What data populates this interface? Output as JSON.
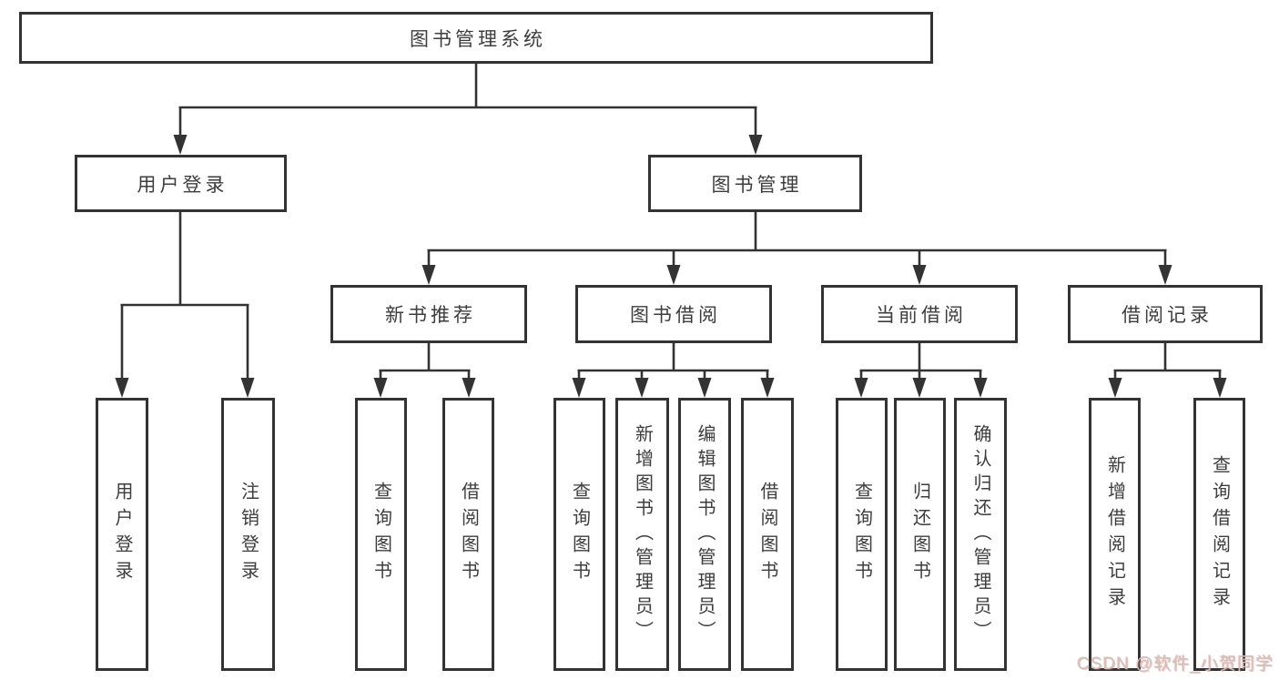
{
  "diagram_title": "图书管理系统",
  "colors": {
    "line": "#333333",
    "text": "#3d3d3d",
    "background": "#ffffff",
    "watermark": "#c9c4c3"
  },
  "nodes": {
    "root": {
      "label": "图书管理系统"
    },
    "user_login": {
      "label": "用户登录"
    },
    "book_mgmt": {
      "label": "图书管理"
    },
    "new_book_rec": {
      "label": "新书推荐"
    },
    "book_borrow": {
      "label": "图书借阅"
    },
    "current_borrow": {
      "label": "当前借阅"
    },
    "borrow_record": {
      "label": "借阅记录"
    },
    "leaf_user_login": {
      "label": "用户登录"
    },
    "leaf_logout": {
      "label": "注销登录"
    },
    "leaf_query_book_a": {
      "label": "查询图书"
    },
    "leaf_borrow_book_a": {
      "label": "借阅图书"
    },
    "leaf_query_book_b": {
      "label": "查询图书"
    },
    "leaf_add_book": {
      "label": "新增图书（管理员）"
    },
    "leaf_edit_book": {
      "label": "编辑图书（管理员）"
    },
    "leaf_borrow_book_b": {
      "label": "借阅图书"
    },
    "leaf_query_book_c": {
      "label": "查询图书"
    },
    "leaf_return_book": {
      "label": "归还图书"
    },
    "leaf_confirm_return": {
      "label": "确认归还（管理员）"
    },
    "leaf_add_record": {
      "label": "新增借阅记录"
    },
    "leaf_query_record": {
      "label": "查询借阅记录"
    }
  },
  "hierarchy": {
    "root": "图书管理系统",
    "children": [
      {
        "label": "用户登录",
        "children": [
          "用户登录",
          "注销登录"
        ]
      },
      {
        "label": "图书管理",
        "children": [
          {
            "label": "新书推荐",
            "children": [
              "查询图书",
              "借阅图书"
            ]
          },
          {
            "label": "图书借阅",
            "children": [
              "查询图书",
              "新增图书（管理员）",
              "编辑图书（管理员）",
              "借阅图书"
            ]
          },
          {
            "label": "当前借阅",
            "children": [
              "查询图书",
              "归还图书",
              "确认归还（管理员）"
            ]
          },
          {
            "label": "借阅记录",
            "children": [
              "新增借阅记录",
              "查询借阅记录"
            ]
          }
        ]
      }
    ]
  },
  "watermark": {
    "text": "CSDN @软件_小贺同学"
  }
}
